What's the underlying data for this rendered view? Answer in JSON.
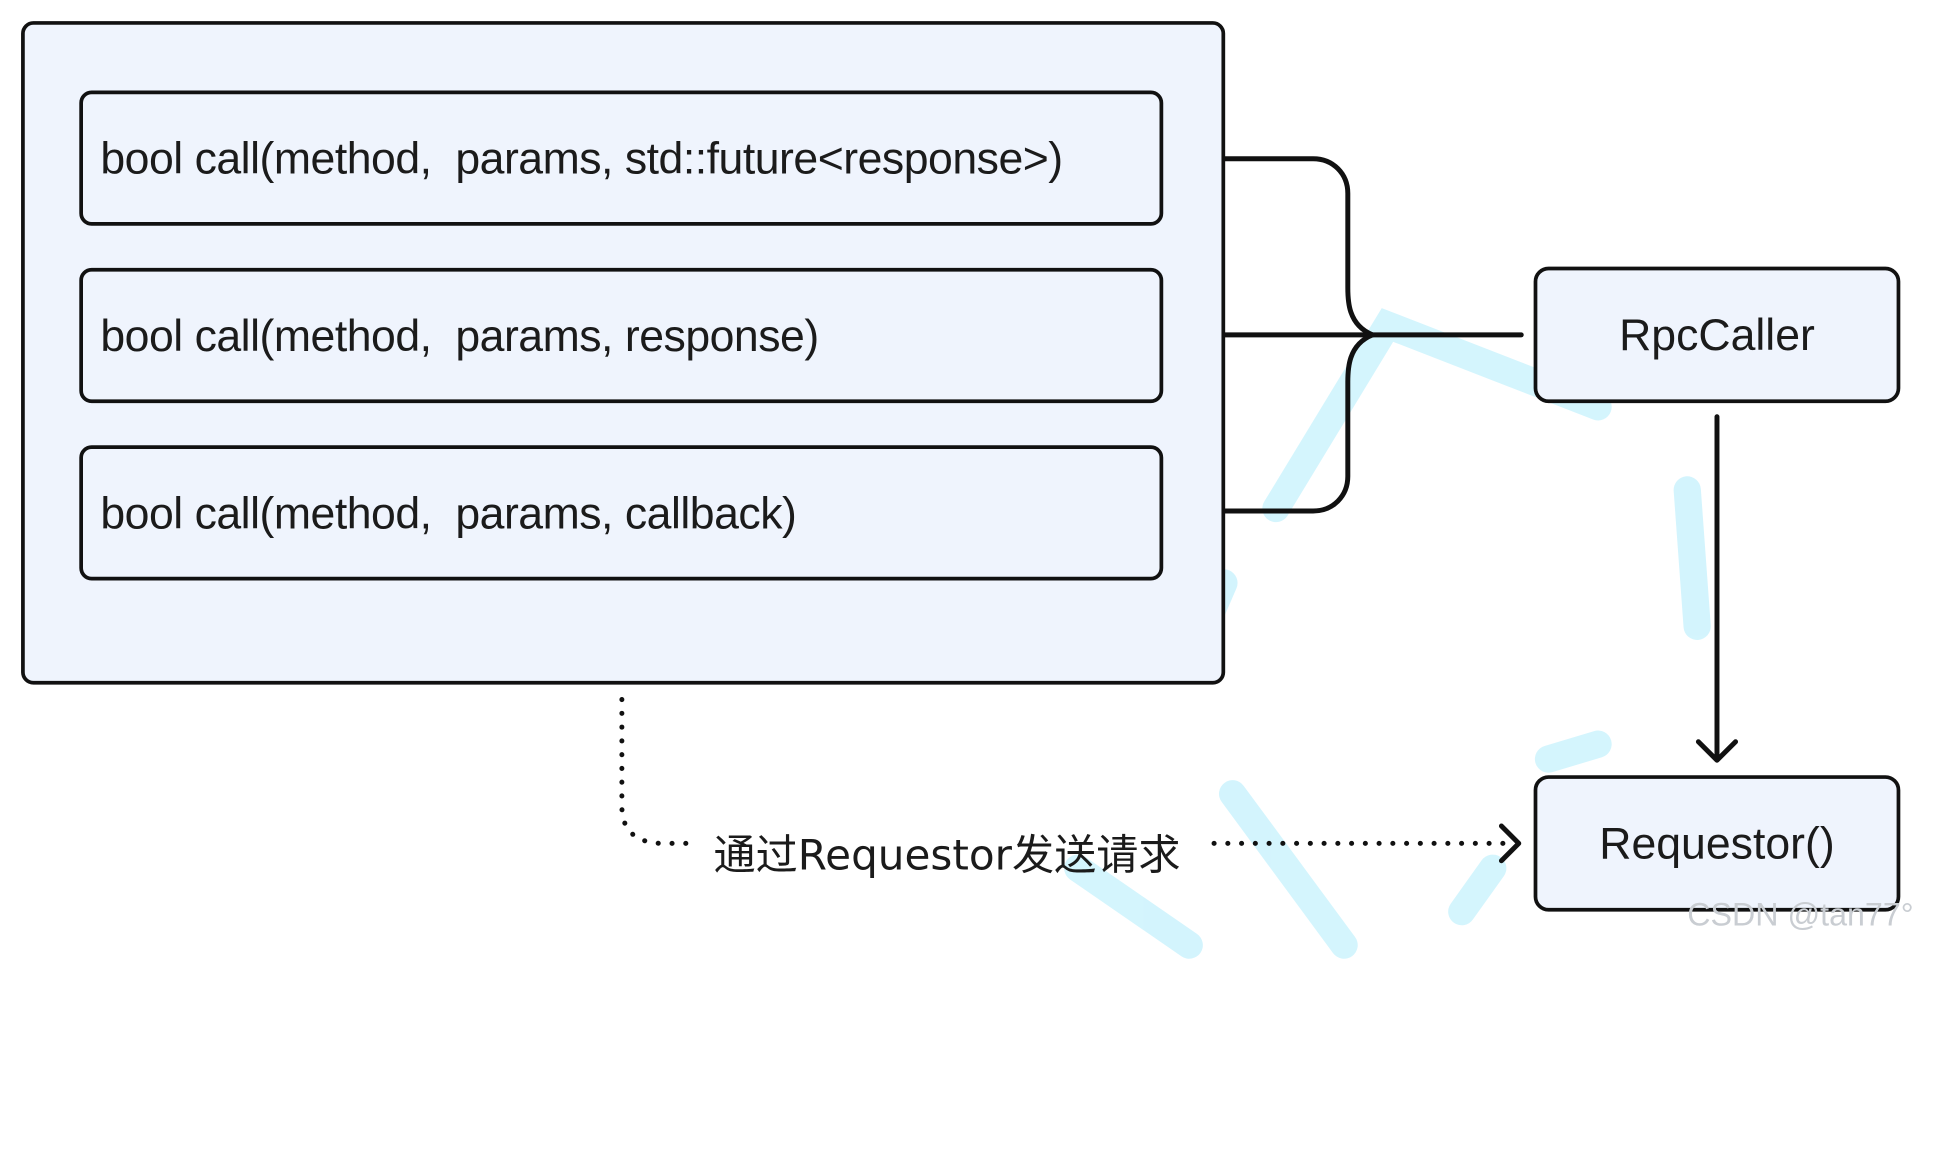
{
  "diagram": {
    "methods": [
      "bool call(method,  params, std::future<response>)",
      "bool call(method,  params, response)",
      "bool call(method,  params, callback)"
    ],
    "nodes": {
      "rpc_caller": "RpcCaller",
      "requestor": "Requestor()"
    },
    "edge_label": "通过Requestor发送请求",
    "watermark": "CSDN @tan77°"
  }
}
